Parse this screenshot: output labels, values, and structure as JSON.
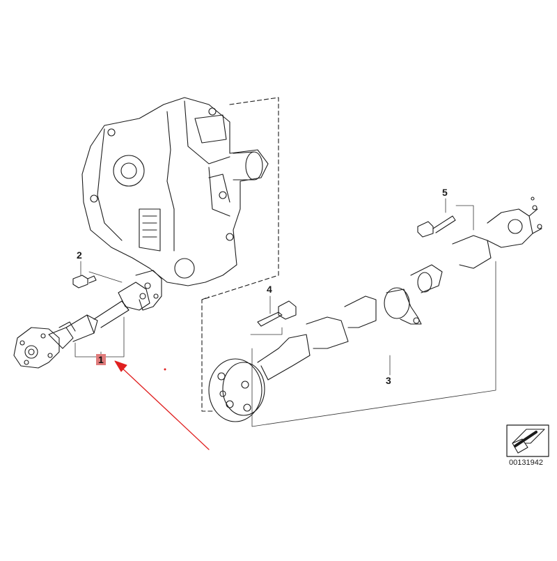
{
  "diagram": {
    "part_numbers": [
      {
        "id": "part-1",
        "label": "1",
        "highlighted": true
      },
      {
        "id": "part-2",
        "label": "2",
        "highlighted": false
      },
      {
        "id": "part-3",
        "label": "3",
        "highlighted": false
      },
      {
        "id": "part-4",
        "label": "4",
        "highlighted": false
      },
      {
        "id": "part-5",
        "label": "5",
        "highlighted": false
      }
    ],
    "diagram_id": "00131942",
    "colors": {
      "line": "#1a1a1a",
      "highlight_fill": "#e07b7b",
      "pointer_arrow": "#e02020"
    }
  }
}
